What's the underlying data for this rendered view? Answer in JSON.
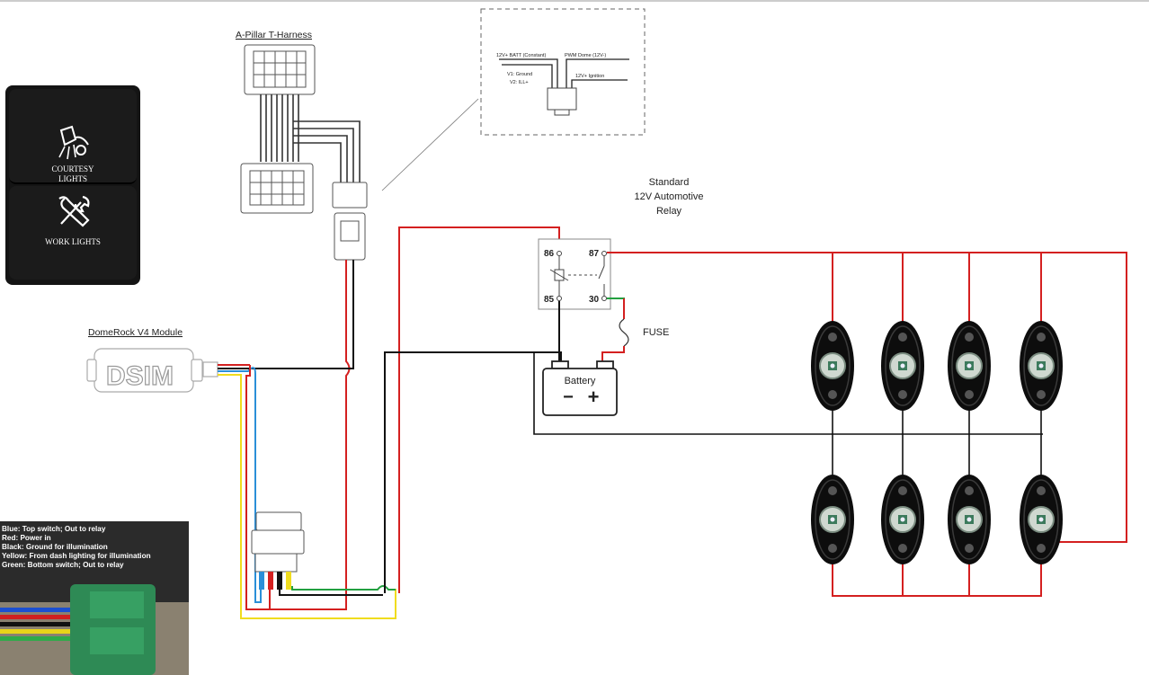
{
  "switch_panel": {
    "top_label_line1": "COURTESY",
    "top_label_line2": "LIGHTS",
    "bottom_label": "WORK LIGHTS",
    "top_icon": "dome-light-icon",
    "bottom_icon": "tools-icon"
  },
  "labels": {
    "a_pillar": "A-Pillar T-Harness",
    "domerock": "DomeRock V4 Module",
    "dsim": "DSIM",
    "relay_line1": "Standard",
    "relay_line2": "12V Automotive",
    "relay_line3": "Relay",
    "fuse": "FUSE",
    "battery": "Battery",
    "battery_neg": "−",
    "battery_pos": "+"
  },
  "relay_pins": {
    "p86": "86",
    "p87": "87",
    "p85": "85",
    "p30": "30"
  },
  "connector_detail": {
    "batt": "12V+ BATT (Constant)",
    "pwm": "PWM Dome (12V-)",
    "v1": "V1: Ground",
    "v2": "V2: ILL+",
    "ign": "12V+ Ignition"
  },
  "wire_legend": [
    "Blue: Top switch; Out to relay",
    "Red: Power in",
    "Black: Ground for illumination",
    "Yellow: From dash lighting for illumination",
    "Green: Bottom switch; Out to relay"
  ],
  "colors": {
    "red_wire": "#d42020",
    "black_wire": "#111111",
    "yellow_wire": "#f0dc1e",
    "blue_wire": "#2a8fd8",
    "green_wire": "#23a040",
    "panel": "#141414"
  }
}
